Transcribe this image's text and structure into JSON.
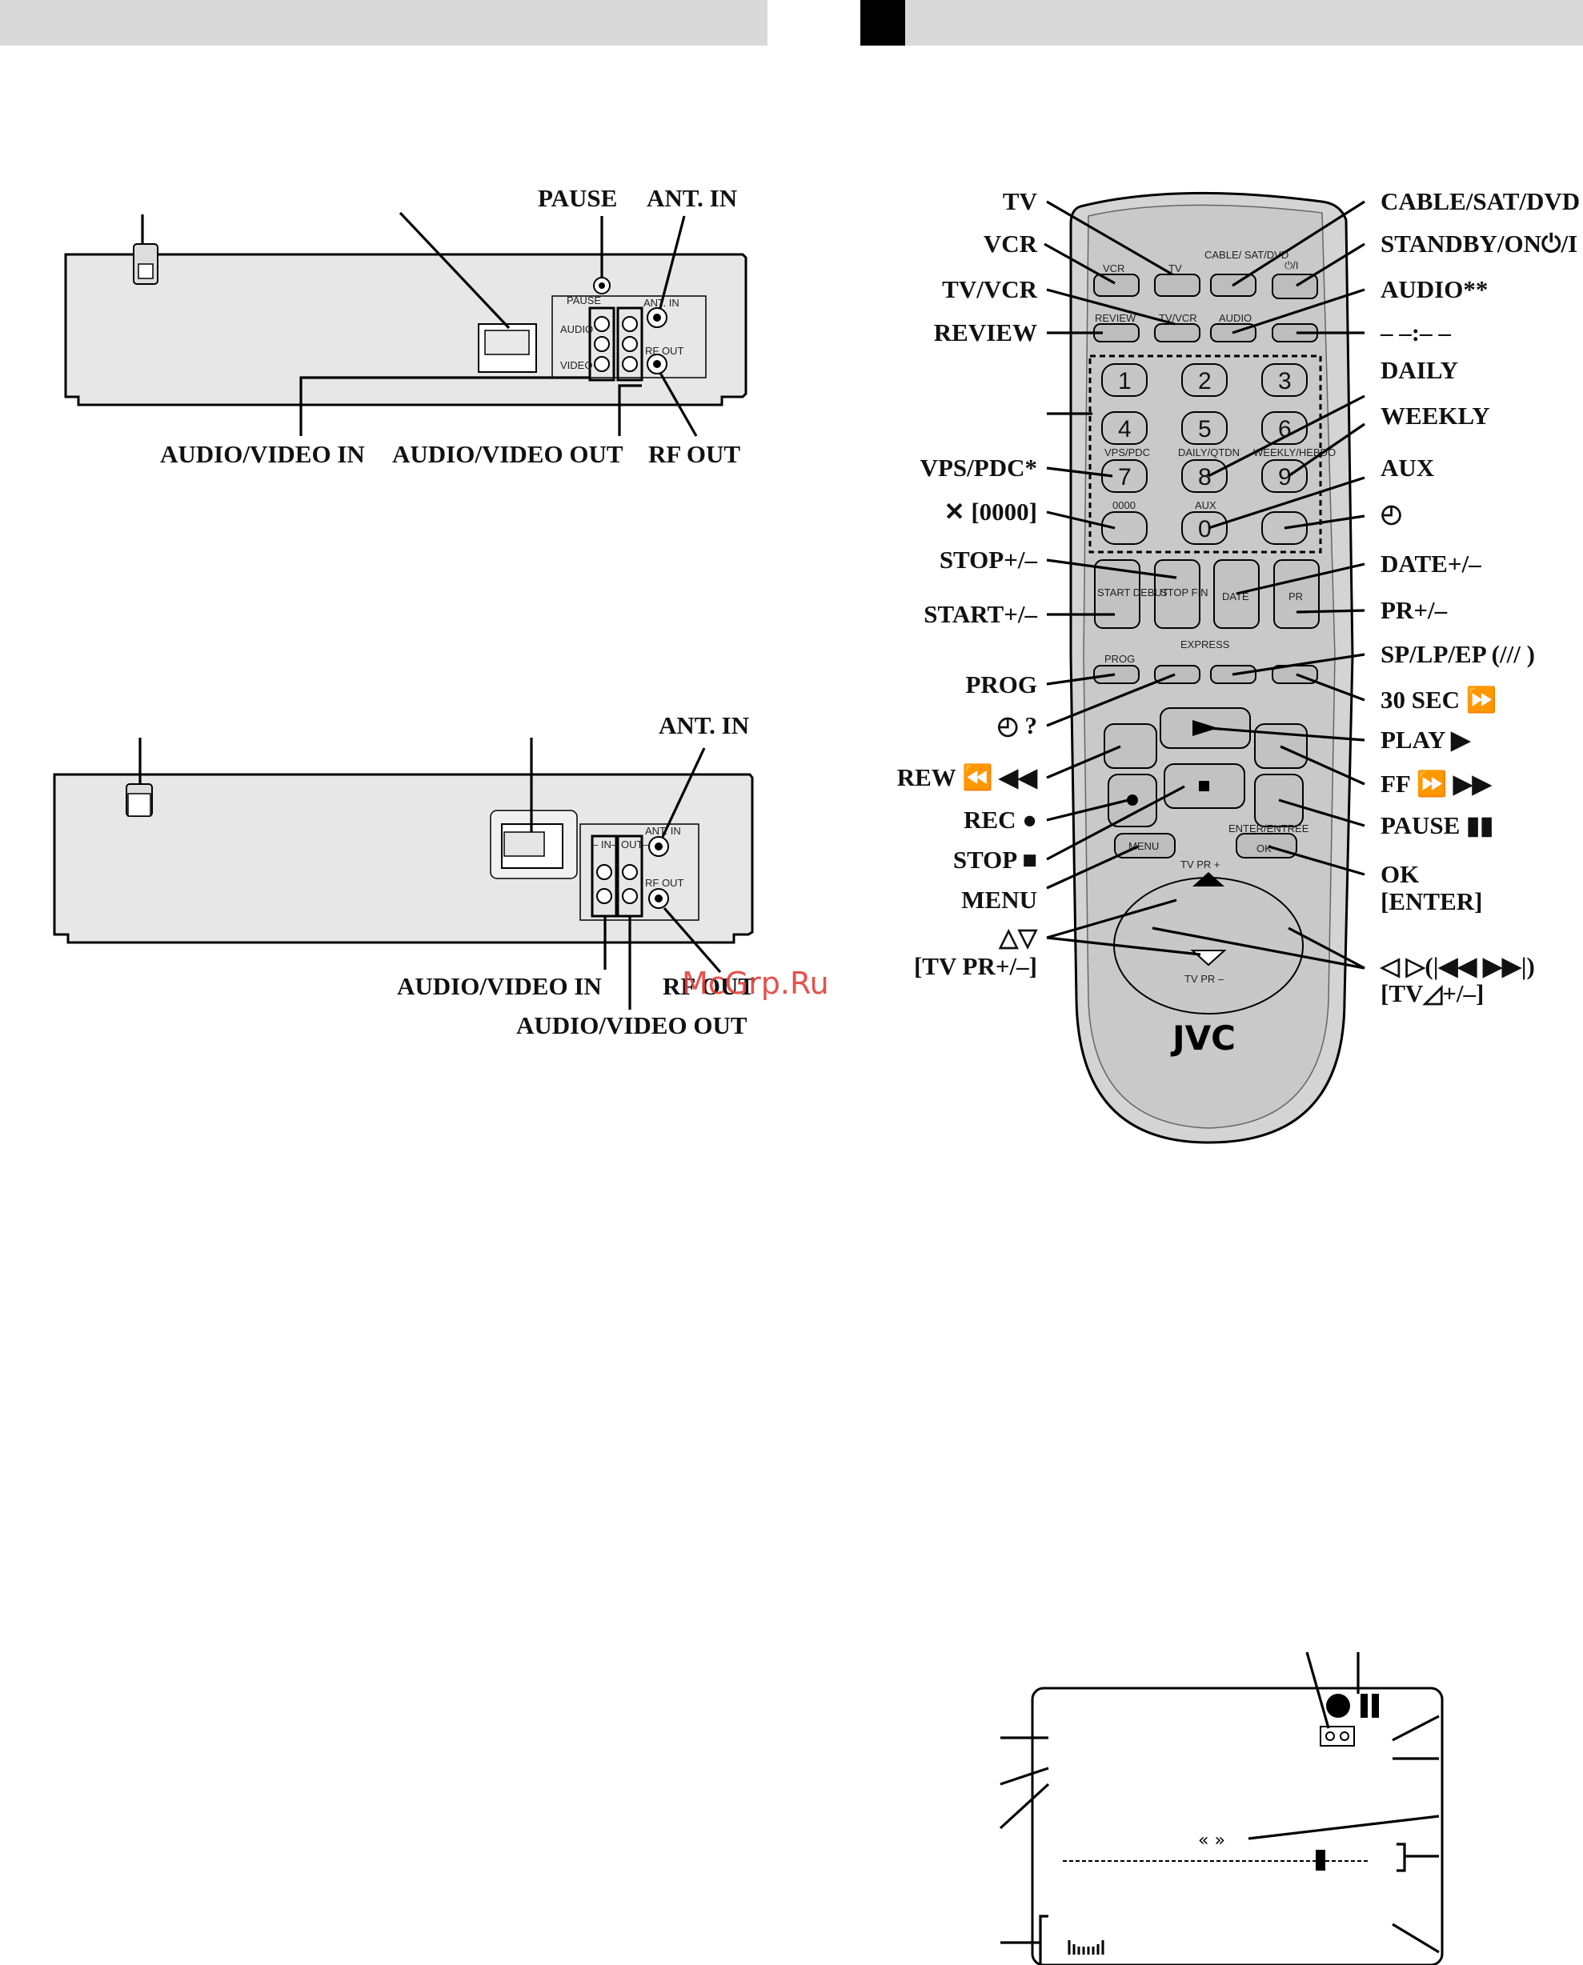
{
  "left_top_labels": {
    "pause": "PAUSE",
    "ant_in": "ANT. IN",
    "audio_video_in": "AUDIO/VIDEO IN",
    "audio_video_out": "AUDIO/VIDEO OUT",
    "rf_out": "RF OUT"
  },
  "left_bottom_labels": {
    "ant_in": "ANT. IN",
    "audio_video_in": "AUDIO/VIDEO IN",
    "audio_video_out": "AUDIO/VIDEO OUT",
    "rf_out": "RF OUT"
  },
  "rear_panel_text": {
    "pause": "PAUSE",
    "audio": "AUDIO",
    "video": "VIDEO",
    "ant_in": "ANT. IN",
    "rf_out": "RF OUT",
    "in": "– IN–",
    "out": "OUT–"
  },
  "remote_labels_left": {
    "tv": "TV",
    "vcr": "VCR",
    "tv_vcr": "TV/VCR",
    "review": "REVIEW",
    "vps_pdc": "VPS/PDC*",
    "cancel_0000": "✕ [0000]",
    "stop_pm": "STOP+/–",
    "start_pm": "START+/–",
    "prog": "PROG",
    "timer_q": "◴ ?",
    "rew": "REW ⏪ ◀◀",
    "rec": "REC ●",
    "stop": "STOP ■",
    "menu": "MENU",
    "up_down": "△▽",
    "tv_pr": "[TV PR+/–]"
  },
  "remote_labels_right": {
    "cable_sat_dvd": "CABLE/SAT/DVD",
    "standby_on": "STANDBY/ON⏻/I",
    "audio": "AUDIO**",
    "dash": "– –:– –",
    "daily": "DAILY",
    "weekly": "WEEKLY",
    "aux": "AUX",
    "timer": "◴",
    "date_pm": "DATE+/–",
    "pr_pm": "PR+/–",
    "sp_lp_ep": "SP/LP/EP (/// )",
    "sec30": "30 SEC ⏩",
    "play": "PLAY ▶",
    "ff": "FF ⏩ ▶▶",
    "pause": "PAUSE ▮▮",
    "ok": "OK",
    "enter": "[ENTER]",
    "left_right": "◁ ▷(|◀◀ ▶▶|)",
    "tv_vol": "[TV◿+/–]"
  },
  "remote_keys": {
    "vcr": "VCR",
    "tv": "TV",
    "cable_sat_dvd": "CABLE/ SAT/DVD",
    "standby": "⏻/I",
    "review": "REVIEW",
    "tv_vcr": "TV/VCR",
    "audio": "AUDIO",
    "digits": [
      "1",
      "2",
      "3",
      "4",
      "5",
      "6",
      "7",
      "8",
      "9",
      "0"
    ],
    "vps_pdc": "VPS/PDC",
    "daily_qtdn": "DAILY/QTDN",
    "weekly_hebdo": "WEEKLY/HEBDO",
    "code_0000": "0000",
    "aux": "AUX",
    "start_debut": "START DEBUT",
    "stop_fin": "STOP FIN",
    "date": "DATE",
    "pr": "PR",
    "express": "EXPRESS",
    "prog": "PROG",
    "menu": "MENU",
    "enter_entree": "ENTER/ENTREE",
    "ok": "OK",
    "tv_pr_plus": "TV PR +",
    "tv_pr_minus": "TV PR –",
    "brand": "JVC"
  },
  "watermark": "McGrp.Ru",
  "osd": {
    "rec_pause": "●▮▮",
    "tape": "▭",
    "shuttle": "«  »"
  }
}
